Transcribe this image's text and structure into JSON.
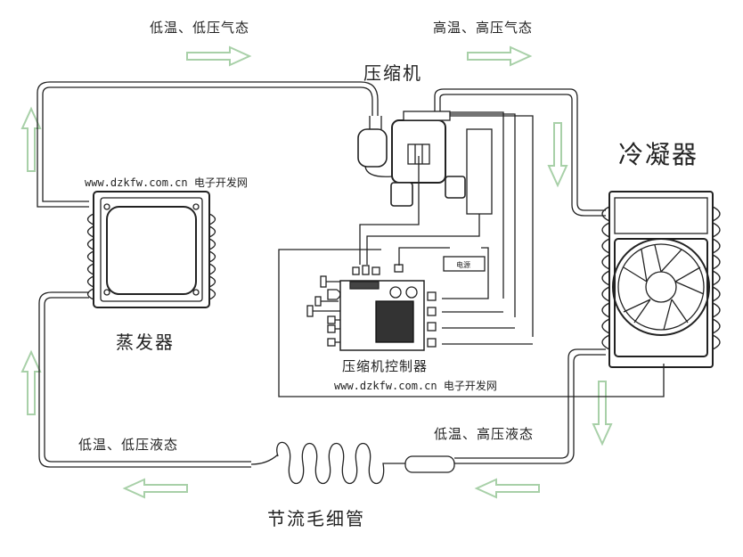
{
  "labels": {
    "top_left_state": "低温、低压气态",
    "top_right_state": "高温、高压气态",
    "compressor": "压缩机",
    "condenser": "冷凝器",
    "evaporator": "蒸发器",
    "controller": "压缩机控制器",
    "bottom_right_state": "低温、高压液态",
    "bottom_left_state": "低温、低压液态",
    "capillary": "节流毛细管",
    "power_box": "电源",
    "watermark_1": "www.dzkfw.com.cn 电子开发网",
    "watermark_2": "www.dzkfw.com.cn 电子开发网"
  },
  "colors": {
    "arrow": "#a8d0a8",
    "line": "#222222"
  }
}
